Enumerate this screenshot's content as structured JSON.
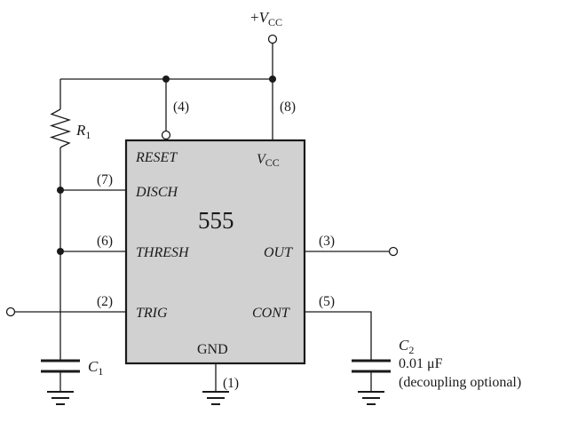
{
  "chip": {
    "name": "555",
    "pins": {
      "reset": {
        "label": "RESET",
        "number": "(4)"
      },
      "vcc": {
        "label_main": "V",
        "label_sub": "CC",
        "number": "(8)"
      },
      "disch": {
        "label": "DISCH",
        "number": "(7)"
      },
      "thresh": {
        "label": "THRESH",
        "number": "(6)"
      },
      "out": {
        "label": "OUT",
        "number": "(3)"
      },
      "trig": {
        "label": "TRIG",
        "number": "(2)"
      },
      "cont": {
        "label": "CONT",
        "number": "(5)"
      },
      "gnd": {
        "label": "GND",
        "number": "(1)"
      }
    }
  },
  "supply": {
    "prefix": "+",
    "main": "V",
    "sub": "CC"
  },
  "components": {
    "r1": {
      "main": "R",
      "sub": "1"
    },
    "c1": {
      "main": "C",
      "sub": "1"
    },
    "c2": {
      "main": "C",
      "sub": "2",
      "value": "0.01 μF",
      "note": "(decoupling optional)"
    }
  },
  "colors": {
    "chip_fill": "#d1d1d1",
    "ink": "#1a1a1a"
  }
}
